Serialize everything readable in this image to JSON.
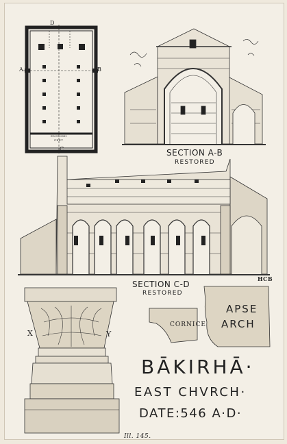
{
  "plan": {
    "label_d": "D",
    "label_a": "A",
    "label_b": "B",
    "label_c": "C",
    "scale_note": "ENGLISH\nFEET"
  },
  "section_ab": {
    "title": "SECTION A-B",
    "subtitle": "RESTORED"
  },
  "section_cd": {
    "title": "SECTION C-D",
    "subtitle": "RESTORED",
    "monogram": "HCB"
  },
  "column": {
    "label_x": "X",
    "label_y": "Y"
  },
  "details": {
    "cornice": "CORNICE",
    "apse_line1": "APSE",
    "apse_line2": "ARCH"
  },
  "title_block": {
    "name": "BĀKIRHĀ·",
    "church": "EAST CHVRCH·",
    "date": "DATE:546 A·D·"
  },
  "caption": "Ill. 145."
}
